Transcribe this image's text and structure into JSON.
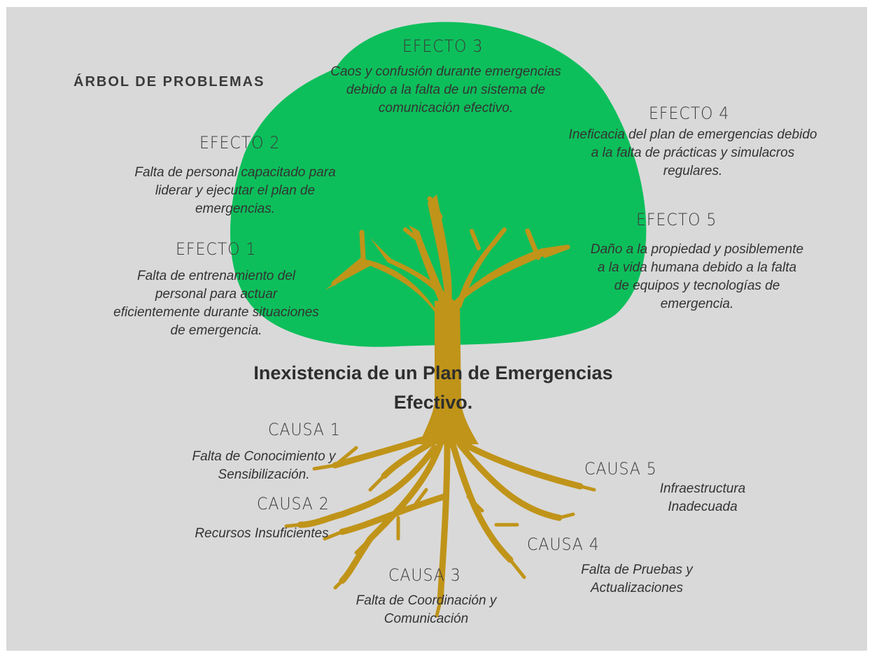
{
  "title": "ÁRBOL DE PROBLEMAS",
  "problem": "Inexistencia de un Plan de Emergencias Efectivo.",
  "colors": {
    "background": "#d9d9d9",
    "crown": "#0dbf5b",
    "trunk": "#c09419"
  },
  "effects": [
    {
      "label": "EFECTO 1",
      "text": "Falta de entrenamiento del personal para actuar eficientemente durante situaciones de emergencia."
    },
    {
      "label": "EFECTO 2",
      "text": "Falta de personal capacitado para liderar y ejecutar el plan de emergencias."
    },
    {
      "label": "EFECTO 3",
      "text": "Caos y confusión durante emergencias debido a la falta de un sistema de comunicación efectivo."
    },
    {
      "label": "EFECTO 4",
      "text": "Ineficacia del plan de emergencias debido a la falta de prácticas y simulacros regulares."
    },
    {
      "label": "EFECTO 5",
      "text": "Daño a la propiedad y posiblemente a la vida humana debido a la falta de equipos y tecnologías de emergencia."
    }
  ],
  "causes": [
    {
      "label": "CAUSA 1",
      "text": "Falta de Conocimiento y Sensibilización."
    },
    {
      "label": "CAUSA 2",
      "text": "Recursos Insuficientes"
    },
    {
      "label": "CAUSA 3",
      "text": "Falta de Coordinación y Comunicación"
    },
    {
      "label": "CAUSA 4",
      "text": "Falta de Pruebas y Actualizaciones"
    },
    {
      "label": "CAUSA 5",
      "text": "Infraestructura Inadecuada"
    }
  ]
}
